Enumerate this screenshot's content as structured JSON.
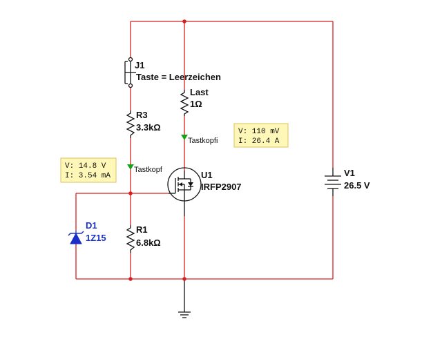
{
  "components": {
    "switch": {
      "ref": "J1",
      "label": "Taste = Leerzeichen"
    },
    "load": {
      "ref": "Last",
      "value": "1Ω"
    },
    "r3": {
      "ref": "R3",
      "value": "3.3kΩ"
    },
    "r1": {
      "ref": "R1",
      "value": "6.8kΩ"
    },
    "diode": {
      "ref": "D1",
      "value": "1Z15"
    },
    "mosfet": {
      "ref": "U1",
      "value": "IRFP2907"
    },
    "battery": {
      "ref": "V1",
      "value": "26.5 V"
    }
  },
  "probes": {
    "drain": {
      "name": "Tastkopfi",
      "voltage": "V: 110 mV",
      "current": "I: 26.4 A"
    },
    "gate": {
      "name": "Tastkopf",
      "voltage": "V: 14.8 V",
      "current": "I: 3.54 mA"
    }
  },
  "colors": {
    "wire": "#d42020",
    "component": "#111111",
    "diode": "#1a2fc8",
    "probe_marker": "#1aa01a",
    "probe_box": "#fff7b8",
    "probe_box_border": "#d8c060"
  }
}
